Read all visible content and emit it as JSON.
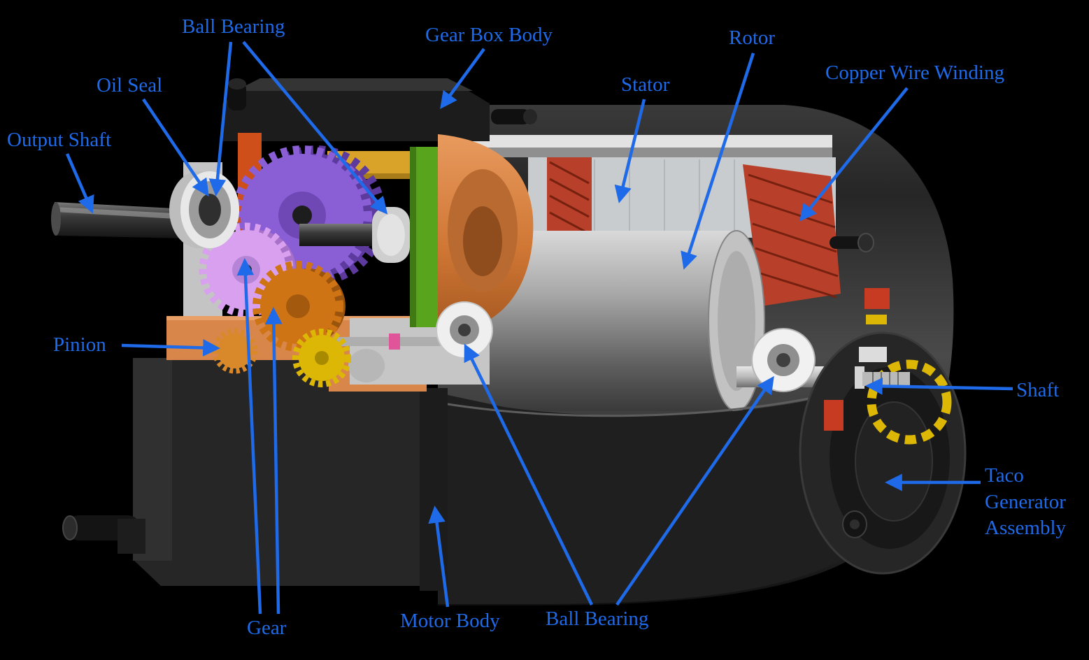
{
  "diagram": {
    "labels": {
      "ball_bearing_top": "Ball Bearing",
      "oil_seal": "Oil Seal",
      "output_shaft": "Output Shaft",
      "gear_box_body": "Gear Box Body",
      "stator": "Stator",
      "rotor": "Rotor",
      "copper_wire_winding": "Copper Wire Winding",
      "pinion": "Pinion",
      "gear": "Gear",
      "motor_body": "Motor Body",
      "ball_bearing_bottom": "Ball Bearing",
      "shaft": "Shaft",
      "taco_generator_assembly": "Taco Generator Assembly"
    },
    "colors": {
      "label_text": "#1f6ae8",
      "arrow": "#1f6ae8",
      "background": "#000000",
      "gear_purple": "#8a5fd6",
      "gear_pink": "#d9a0ef",
      "gear_orange": "#cf7414",
      "gear_yellow": "#dcb705",
      "plate_green": "#58a51d",
      "housing_orange": "#d9864a",
      "copper_winding": "#b8402a",
      "metal_light": "#c9ccce",
      "body_dark": "#262626"
    }
  }
}
